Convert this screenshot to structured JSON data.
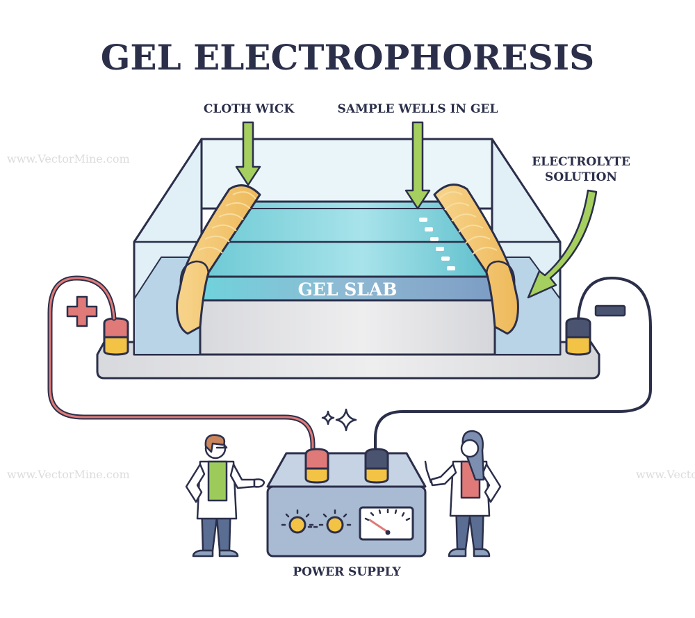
{
  "title": "GEL ELECTROPHORESIS",
  "labels": {
    "cloth_wick": "CLOTH WICK",
    "sample_wells": "SAMPLE WELLS IN GEL",
    "electrolyte_line1": "ELECTROLYTE",
    "electrolyte_line2": "SOLUTION",
    "gel_slab": "GEL SLAB",
    "power_supply": "POWER SUPPLY"
  },
  "watermark": "www.VectorMine.com",
  "colors": {
    "outline": "#2b2f4a",
    "gel": "#7fd6de",
    "gel_front": "#8fb3cf",
    "glass": "#e3f2f8",
    "buffer": "#b9d4e6",
    "wick": "#f2c46e",
    "arrow": "#a5cf5e",
    "positive": "#e07a78",
    "negative": "#4a5470",
    "terminal_gold": "#f3c345",
    "device": "#a9bad3"
  }
}
